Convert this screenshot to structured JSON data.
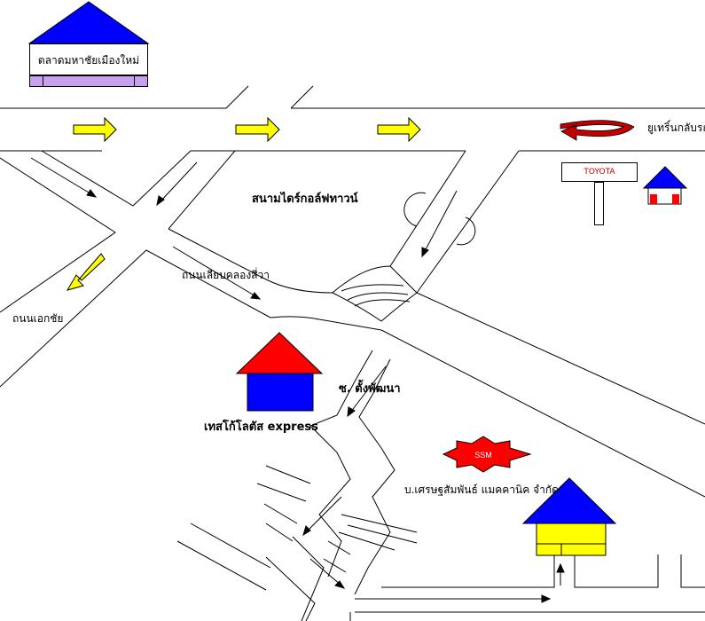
{
  "labels": {
    "market": "ตลาดมหาชัยเมืองใหม่",
    "uturn": "ยูเทริ์นกลับรถ",
    "golf": "สนามไดร์กอล์ฟทาวน์",
    "road_canal": "ถนนเลียบคลองสี่วา",
    "road_ekachai": "ถนนเอกชัย",
    "soi": "ซ. ตั้งพัฒนา",
    "tesco": "เทสโก้โลตัส express",
    "company": "บ.เศรษฐสัมพันธ์ แมคคานิค จำกัด",
    "toyota": "TOYOTA",
    "ssm": "SSM"
  },
  "colors": {
    "yellow_arrow": "#ffff00",
    "red": "#ff0000",
    "blue": "#0000ff",
    "purple": "#c9a0f0",
    "dark_red": "#c00000"
  },
  "icons": {
    "market": "house-icon",
    "tesco": "house-icon",
    "company": "house-icon",
    "toyota_small": "house-icon",
    "ssm": "starburst-icon",
    "uturn": "u-turn-arrow-icon"
  }
}
